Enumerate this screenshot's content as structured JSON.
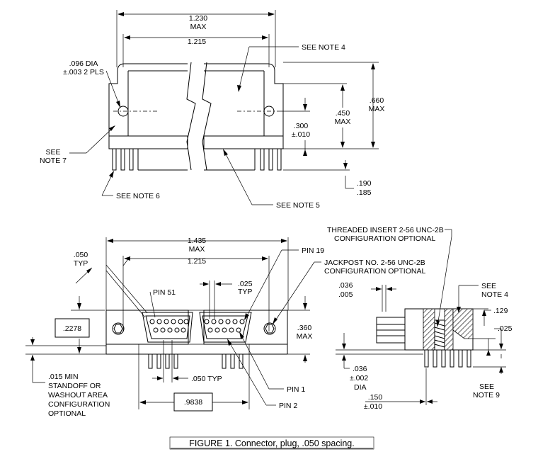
{
  "top_view": {
    "overall_width": [
      "1.230",
      "MAX"
    ],
    "body_width": "1.215",
    "hole_dia": [
      ".096 DIA",
      "±.003 2 PLS"
    ],
    "see_note_4": "SEE  NOTE 4",
    "height_660": [
      ".660",
      "MAX"
    ],
    "height_450": [
      ".450",
      "MAX"
    ],
    "height_300": [
      ".300",
      "±.010"
    ],
    "see_note_7": [
      "SEE",
      "NOTE 7"
    ],
    "see_note_6": "SEE NOTE 6",
    "see_note_5": "SEE NOTE 5",
    "pin_len": [
      ".190",
      ".185"
    ]
  },
  "front_view": {
    "overall_width": [
      "1.435",
      "MAX"
    ],
    "body_width": "1.215",
    "pitch_050": [
      ".050",
      "TYP"
    ],
    "pin_51": "PIN 51",
    "pin_19": "PIN 19",
    "pitch_025": [
      ".025",
      "TYP"
    ],
    "jackpost": [
      "JACKPOST NO. 2-56 UNC-2B",
      "CONFIGURATION OPTIONAL"
    ],
    "dim_2278": ".2278",
    "height_360": [
      ".360",
      "MAX"
    ],
    "standoff": [
      ".015 MIN",
      "STANDOFF OR",
      "WASHOUT AREA",
      "CONFIGURATION",
      "OPTIONAL"
    ],
    "pitch_050_typ": ".050 TYP",
    "dim_9838": ".9838",
    "pin_1": "PIN 1",
    "pin_2": "PIN 2"
  },
  "side_view": {
    "insert": [
      "THREADED INSERT 2-56 UNC-2B",
      "CONFIGURATION OPTIONAL"
    ],
    "dim_036_005": [
      ".036",
      ".005"
    ],
    "see_note_4": [
      "SEE",
      "NOTE 4"
    ],
    "dim_129": ".129",
    "dim_025": ".025",
    "pin_dia": [
      ".036",
      "±.002",
      "DIA"
    ],
    "dim_150": [
      ".150",
      "±.010"
    ],
    "see_note_9": [
      "SEE",
      "NOTE 9"
    ]
  },
  "caption": "FIGURE 1.  Connector, plug, .050 spacing."
}
